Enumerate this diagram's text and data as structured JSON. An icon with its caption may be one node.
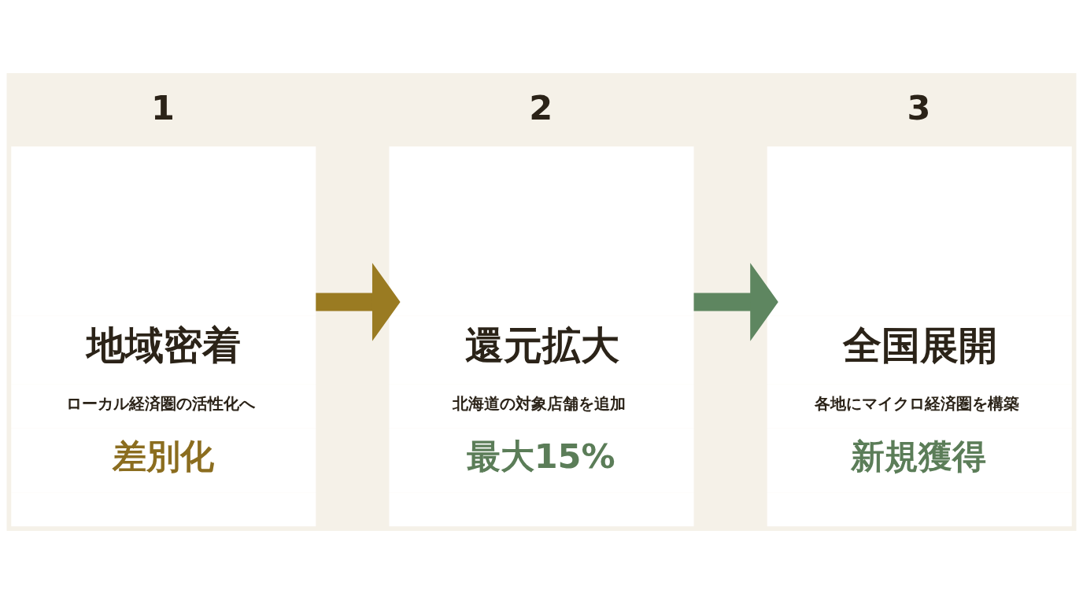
{
  "diagram": {
    "nodes": [
      {
        "text": [
          "1",
          "地域密着",
          "ローカル経済圏の活性化へ",
          "差別化"
        ]
      },
      {
        "text": [
          "2",
          "還元拡大",
          "北海道の対象店舗を追加",
          "最大15%"
        ]
      },
      {
        "text": [
          "3",
          "全国展開",
          "各地にマイクロ経済圏を構築",
          "新規獲得"
        ]
      }
    ],
    "edges": [
      {
        "from": 0,
        "to": 1,
        "arrow": "to",
        "color": "#9a7b22"
      },
      {
        "from": 1,
        "to": 2,
        "arrow": "to",
        "color": "#5e8660"
      }
    ]
  }
}
